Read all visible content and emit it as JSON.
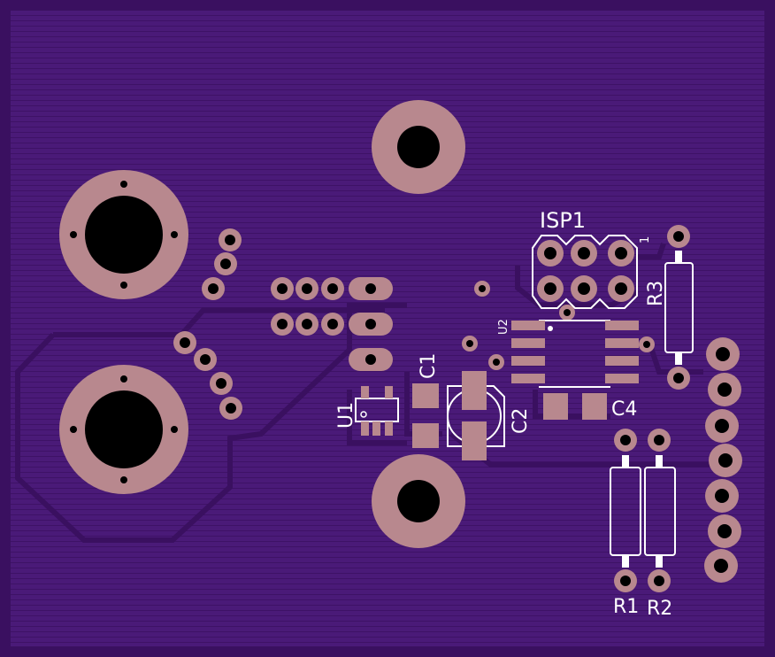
{
  "colors": {
    "substrate": "#3a1060",
    "copper": "#4a1a78",
    "pad": "#b8888e",
    "hole": "#000000",
    "silkscreen": "#ffffff"
  },
  "labels": {
    "isp1": "ISP1",
    "isp1_pin1": "1",
    "r3": "R3",
    "u2": "U2",
    "c1": "C1",
    "c2": "C2",
    "c4": "C4",
    "u1": "U1",
    "r1": "R1",
    "r2": "R2"
  }
}
